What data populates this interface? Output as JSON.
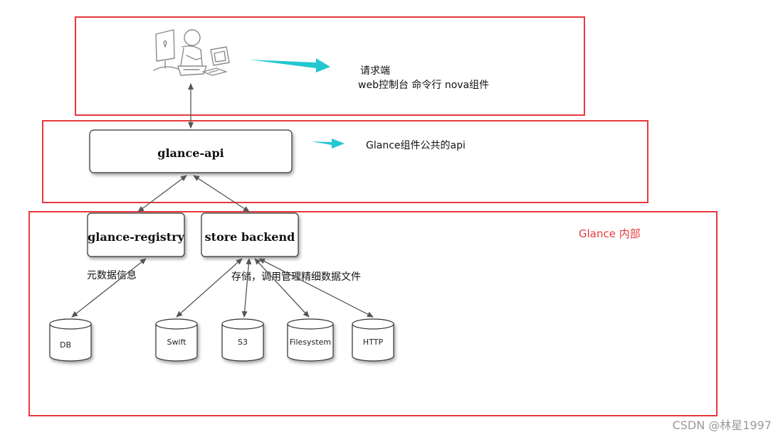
{
  "colors": {
    "frame": "#e8383d",
    "pointer_arrow": "#22c7cf",
    "connector": "#555555",
    "watermark": "#9a9a9a"
  },
  "requester": {
    "title": "请求端",
    "subtitle": "web控制台 命令行 nova组件"
  },
  "api_section": {
    "node": "glance-api",
    "caption": "Glance组件公共的api"
  },
  "internal_section": {
    "label": "Glance 内部",
    "registry": "glance-registry",
    "backend": "store backend",
    "registry_caption": "元数据信息",
    "backend_caption": "存储，调用管理精细数据文件"
  },
  "stores": {
    "db": "DB",
    "items": [
      "Swift",
      "S3",
      "Filesystem",
      "HTTP"
    ]
  },
  "watermark": "CSDN @林星1997",
  "icons": {
    "requester": "user-at-workstation-icon"
  }
}
